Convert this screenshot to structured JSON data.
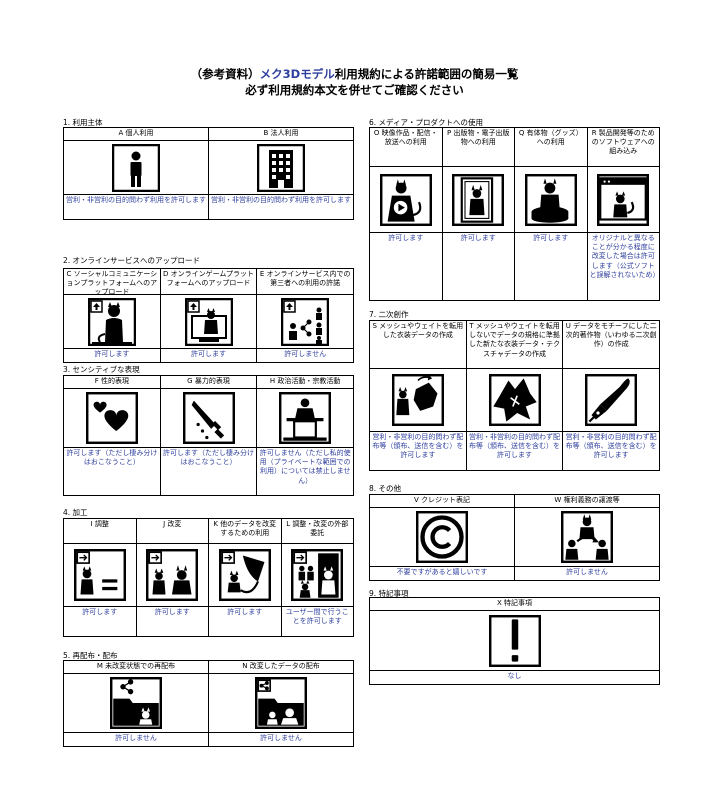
{
  "title": {
    "prefix": "（参考資料）",
    "accent": "メク3Dモデル",
    "suffix": "利用規約による許諾範囲の簡易一覧",
    "line2": "必ず利用規約本文を併せてご確認ください"
  },
  "sections": [
    {
      "title": "1. 利用主体",
      "items": [
        {
          "label": "A 個人利用",
          "icon": "person-icon",
          "result": "営利・非営利の目的問わず利用を許可します"
        },
        {
          "label": "B 法人利用",
          "icon": "building-icon",
          "result": "営利・非営利の目的問わず利用を許可します"
        }
      ]
    },
    {
      "title": "2. オンラインサービスへのアップロード",
      "items": [
        {
          "label": "C ソーシャルコミュニケーションプラットフォームへのアップロード",
          "icon": "upload-avatar-icon",
          "result": "許可します"
        },
        {
          "label": "D オンラインゲームプラットフォームへのアップロード",
          "icon": "upload-monitor-icon",
          "result": "許可します"
        },
        {
          "label": "E オンラインサービス内での第三者への利用の許諾",
          "icon": "share-users-icon",
          "result": "許可しません"
        }
      ]
    },
    {
      "title": "3. センシティブな表現",
      "items": [
        {
          "label": "F 性的表現",
          "icon": "hearts-icon",
          "result": "許可します（ただし棲み分けはおこなうこと）"
        },
        {
          "label": "G 暴力的表現",
          "icon": "knife-icon",
          "result": "許可します（ただし棲み分けはおこなうこと）"
        },
        {
          "label": "H 政治活動・宗教活動",
          "icon": "podium-icon",
          "result": "許可しません（ただし私的使用（プライベートな範囲での利用）については禁止しません）"
        }
      ]
    },
    {
      "title": "4. 加工",
      "items": [
        {
          "label": "I 調整",
          "icon": "adjust-equal-icon",
          "result": "許可します"
        },
        {
          "label": "J 改変",
          "icon": "modify-icon",
          "result": "許可します"
        },
        {
          "label": "K 他のデータを改変するための利用",
          "icon": "transform-icon",
          "result": "許可します"
        },
        {
          "label": "L 調整・改変の外部委託",
          "icon": "outsource-icon",
          "result": "ユーザー間で行うことを許可します"
        }
      ]
    },
    {
      "title": "5. 再配布・配布",
      "items": [
        {
          "label": "M 未改変状態での再配布",
          "icon": "share-folder-icon",
          "result": "許可しません"
        },
        {
          "label": "N 改変したデータの配布",
          "icon": "share-modified-icon",
          "result": "許可しません"
        }
      ]
    },
    {
      "title": "6. メディア・プロダクトへの使用",
      "items": [
        {
          "label": "O 映像作品・配信・放送への利用",
          "icon": "video-icon",
          "result": "許可します"
        },
        {
          "label": "P 出版物・電子出版物への利用",
          "icon": "book-icon",
          "result": "許可します"
        },
        {
          "label": "Q 有体物（グッズ）への利用",
          "icon": "figure-icon",
          "result": "許可します"
        },
        {
          "label": "R 製品開発等のためのソフトウェアへの組み込み",
          "icon": "software-icon",
          "result": "オリジナルと異なることが分かる程度に改変した場合は許可します（公式ソフトと誤解されないため）"
        }
      ]
    },
    {
      "title": "7. 二次創作",
      "items": [
        {
          "label": "S メッシュやウェイトを転用した衣装データの作成",
          "icon": "cloth-recycle-icon",
          "result": "営利・非営利の目的問わず配布等（頒布、送信を含む）を許可します"
        },
        {
          "label": "T メッシュやウェイトを転用しないでデータの規格に準拠した新たな衣装データ・テクスチャデータの作成",
          "icon": "cloth-new-icon",
          "result": "営利・非営利の目的問わず配布等（頒布、送信を含む）を許可します"
        },
        {
          "label": "U データをモチーフにした二次的著作物（いわゆる二次創作）の作成",
          "icon": "pen-nib-icon",
          "result": "営利・非営利の目的問わず配布等（頒布、送信を含む）を許可します"
        }
      ]
    },
    {
      "title": "8. その他",
      "items": [
        {
          "label": "V クレジット表記",
          "icon": "copyright-icon",
          "result": "不要ですがあると嬉しいです"
        },
        {
          "label": "W 権利義務の譲渡等",
          "icon": "transfer-icon",
          "result": "許可しません"
        }
      ]
    },
    {
      "title": "9. 特記事項",
      "items": [
        {
          "label": "X 特記事項",
          "icon": "exclamation-icon",
          "result": "なし"
        }
      ]
    }
  ]
}
